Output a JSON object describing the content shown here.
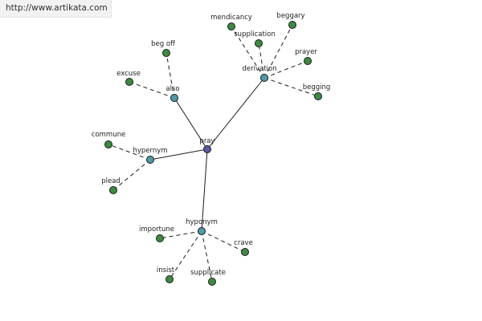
{
  "source_link": "http://www.artikata.com",
  "colors": {
    "root": "#5a5a9e",
    "relation": "#4f9aa6",
    "word": "#3e8a42",
    "edge": "#1c1c1c"
  },
  "graph": {
    "root": "pray",
    "relations": [
      {
        "id": "derivation",
        "label": "derivation",
        "words": [
          "mendicancy",
          "supplication",
          "beggary",
          "prayer",
          "begging"
        ]
      },
      {
        "id": "also",
        "label": "also",
        "words": [
          "beg off",
          "excuse"
        ]
      },
      {
        "id": "hypernym",
        "label": "hypernym",
        "words": [
          "commune",
          "plead"
        ]
      },
      {
        "id": "hyponym",
        "label": "hyponym",
        "words": [
          "importune",
          "crave",
          "insist",
          "supplicate"
        ]
      }
    ]
  }
}
